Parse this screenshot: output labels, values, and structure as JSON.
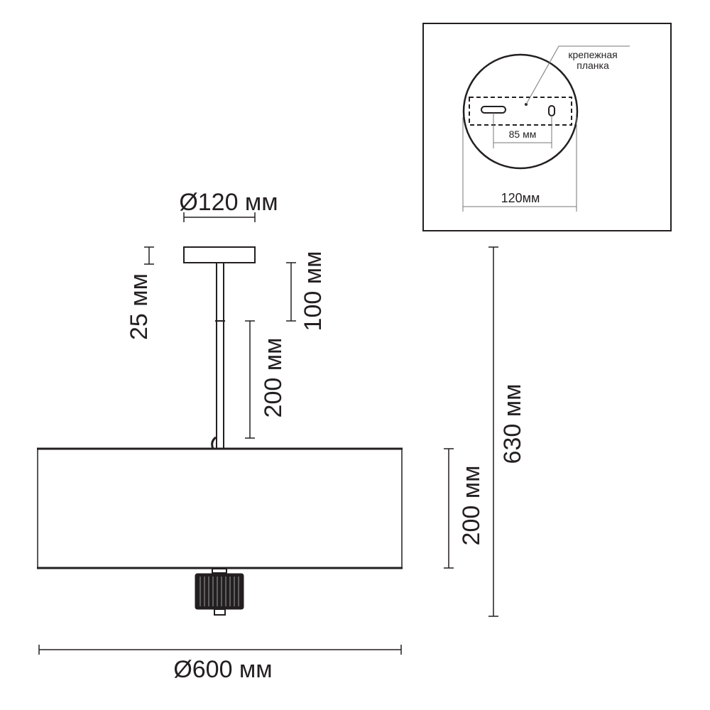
{
  "dimensions": {
    "canopy_diameter": "Ø120 мм",
    "canopy_height": "25 мм",
    "rod_upper": "100 мм",
    "rod_lower": "200 мм",
    "shade_height": "200 мм",
    "total_height": "630 мм",
    "shade_diameter": "Ø600 мм"
  },
  "inset": {
    "bracket_label_line1": "крепежная",
    "bracket_label_line2": "планка",
    "hole_spacing": "85 мм",
    "canopy_width": "120мм"
  },
  "colors": {
    "line": "#231f20"
  }
}
